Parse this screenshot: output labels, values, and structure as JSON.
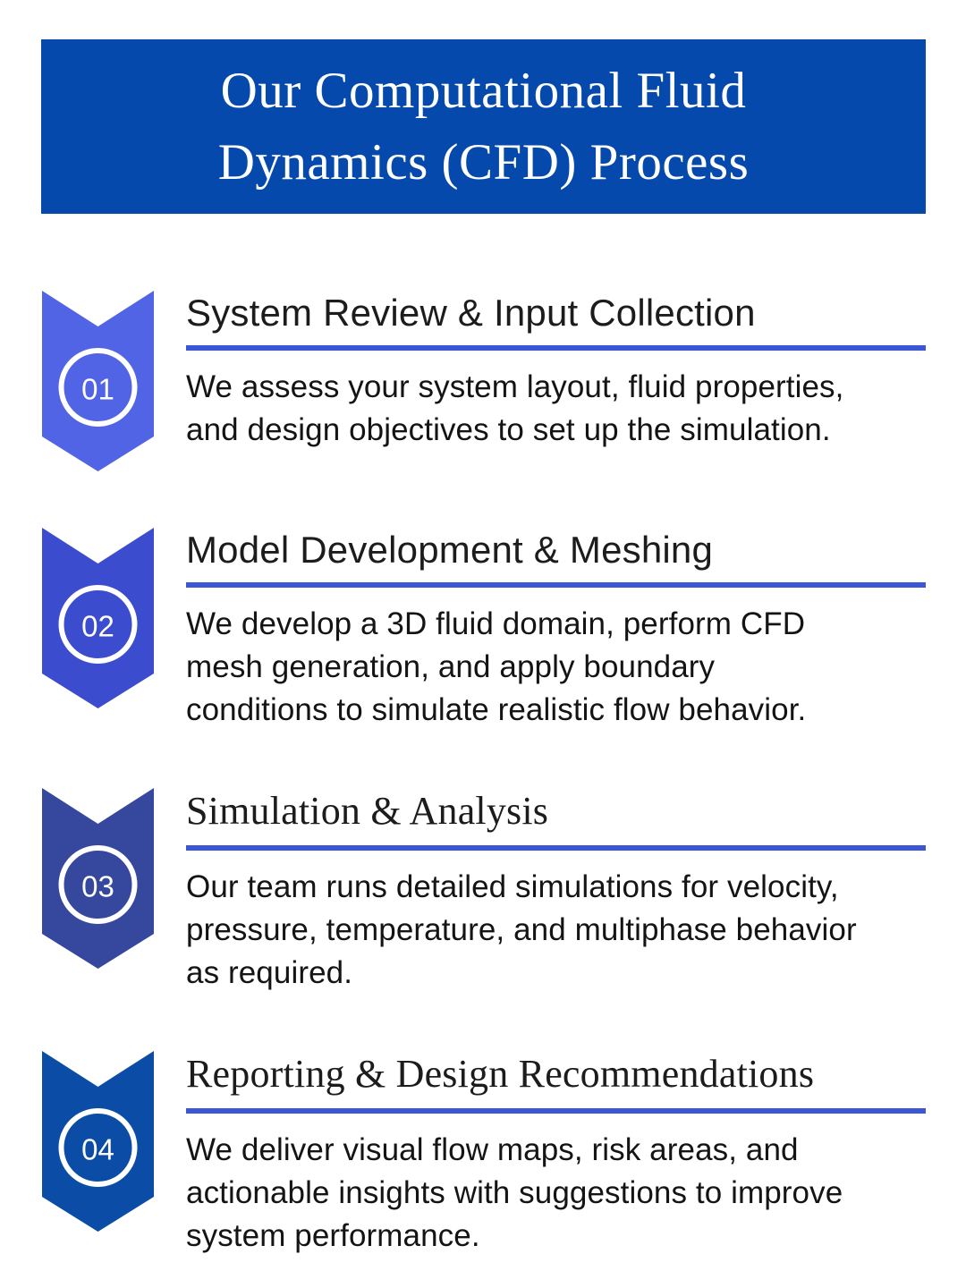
{
  "title": {
    "lines": [
      "Our Computational Fluid",
      "Dynamics (CFD) Process"
    ]
  },
  "theme": {
    "banner_bg": "#0449AB",
    "underline_color": "#3C57D6",
    "heading_color": "#1C1C1C",
    "body_color": "#141414"
  },
  "steps": [
    {
      "number": "01",
      "color": "#5164E6",
      "heading": "System Review & Input Collection",
      "body_lines": [
        "We assess your system layout, fluid properties,",
        "and design objectives to set up the simulation."
      ]
    },
    {
      "number": "02",
      "color": "#3C4CCE",
      "heading": "Model Development & Meshing",
      "body_lines": [
        "We develop a 3D fluid domain, perform CFD",
        "mesh generation, and apply boundary",
        "conditions to simulate realistic flow behavior."
      ]
    },
    {
      "number": "03",
      "color": "#36479E",
      "heading": "Simulation & Analysis",
      "body_lines": [
        "Our team runs detailed simulations for velocity,",
        "pressure, temperature, and multiphase behavior",
        "as required."
      ]
    },
    {
      "number": "04",
      "color": "#0A4CA6",
      "heading": "Reporting & Design Recommendations",
      "body_lines": [
        "We deliver visual flow maps, risk areas, and",
        "actionable insights with suggestions to improve",
        "system performance."
      ]
    }
  ]
}
